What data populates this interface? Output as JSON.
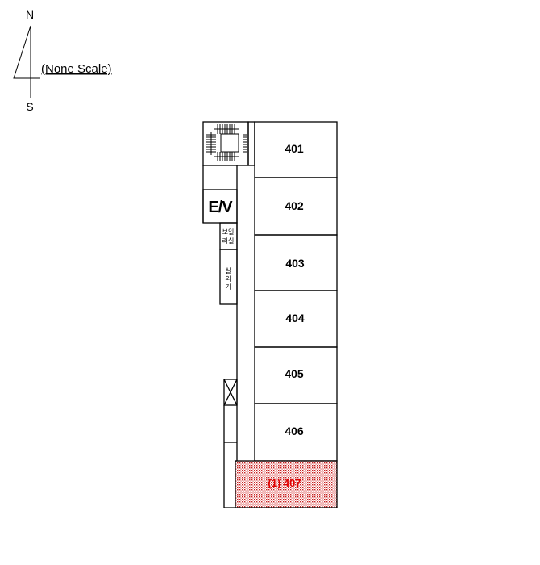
{
  "compass": {
    "north": "N",
    "south": "S",
    "scale_note": "(None Scale)"
  },
  "elevator": {
    "label": "E/V"
  },
  "boiler_room": {
    "line1": "보일",
    "line2": "러실"
  },
  "outdoor_unit": {
    "line1": "실",
    "line2": "외",
    "line3": "기"
  },
  "rooms": [
    {
      "label": "401"
    },
    {
      "label": "402"
    },
    {
      "label": "403"
    },
    {
      "label": "404"
    },
    {
      "label": "405"
    },
    {
      "label": "406"
    }
  ],
  "highlighted_room": {
    "label": "(1) 407",
    "color": "#e00000"
  }
}
